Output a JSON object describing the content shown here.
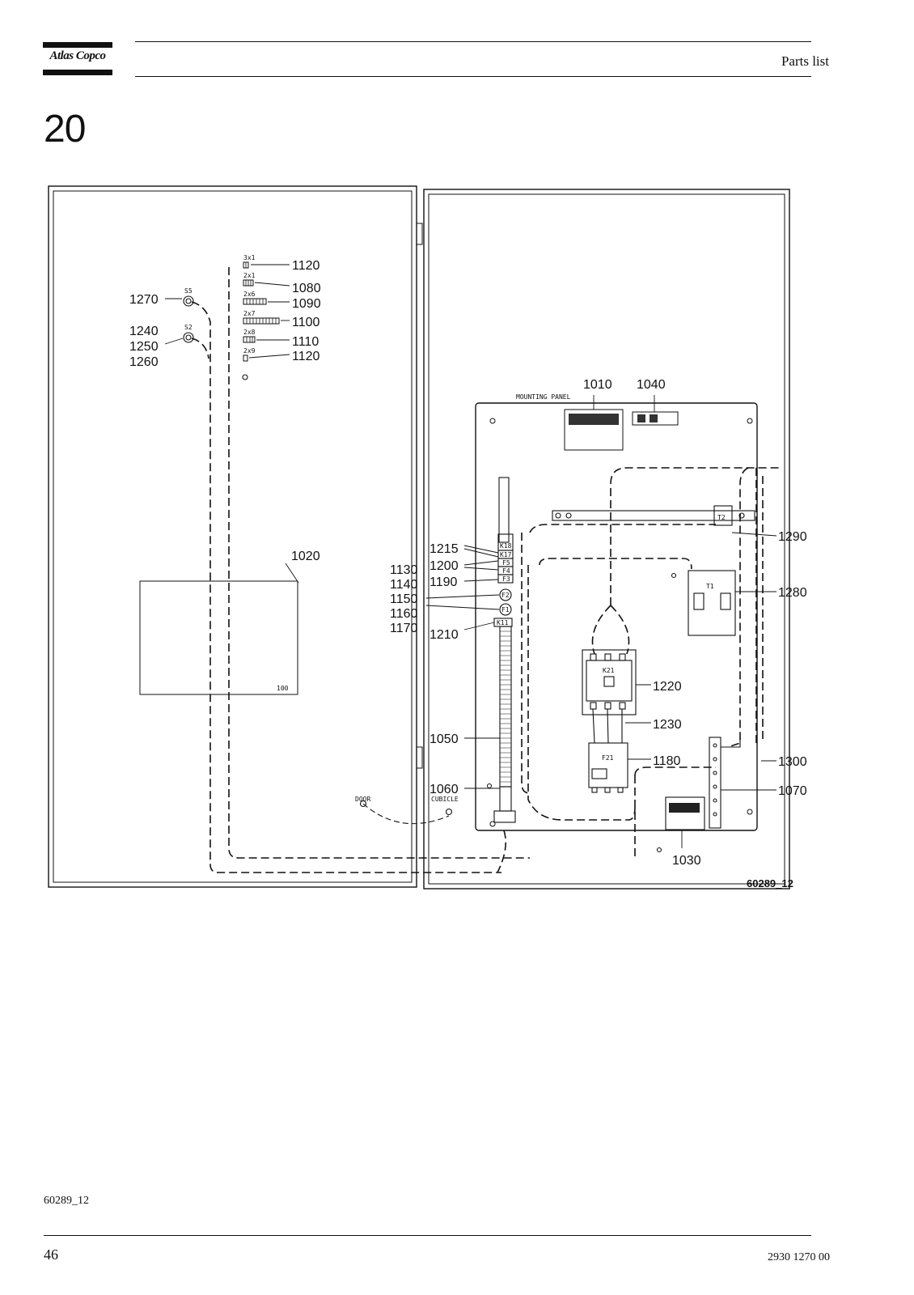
{
  "header": {
    "logo_text": "Atlas Copco",
    "title": "Parts list"
  },
  "section_number": "20",
  "figure": {
    "figure_id": "60289_12",
    "panel_label": "MOUNTING PANEL",
    "door_label": "DOOR",
    "cubicle_label": "CUBICLE",
    "box_label": "100",
    "callouts": {
      "c1120a": "1120",
      "c1080": "1080",
      "c1090": "1090",
      "c1100": "1100",
      "c1110": "1110",
      "c1120b": "1120",
      "c1270": "1270",
      "c1240": "1240",
      "c1250": "1250",
      "c1260": "1260",
      "c1020": "1020",
      "c1010": "1010",
      "c1040": "1040",
      "c1215": "1215",
      "c1200": "1200",
      "c1190": "1190",
      "c1130": "1130",
      "c1140": "1140",
      "c1150": "1150",
      "c1160": "1160",
      "c1170": "1170",
      "c1210": "1210",
      "c1050": "1050",
      "c1060": "1060",
      "c1220": "1220",
      "c1230": "1230",
      "c1180": "1180",
      "c1290": "1290",
      "c1280": "1280",
      "c1300": "1300",
      "c1070": "1070",
      "c1030": "1030"
    },
    "labels": {
      "s5": "S5",
      "s2": "S2",
      "t3x1": "3x1",
      "t2x1": "2x1",
      "t2x6": "2x6",
      "t2x7": "2x7",
      "t2x8": "2x8",
      "t2x9": "2x9",
      "k18": "K18",
      "k17": "K17",
      "f5": "F5",
      "f4": "F4",
      "f3": "F3",
      "f2": "F2",
      "f1": "F1",
      "k11": "K11",
      "k21": "K21",
      "f21": "F21",
      "t1": "T1",
      "t2": "T2"
    }
  },
  "footer": {
    "figure_ref": "60289_12",
    "page_number": "46",
    "document_number": "2930 1270 00"
  }
}
